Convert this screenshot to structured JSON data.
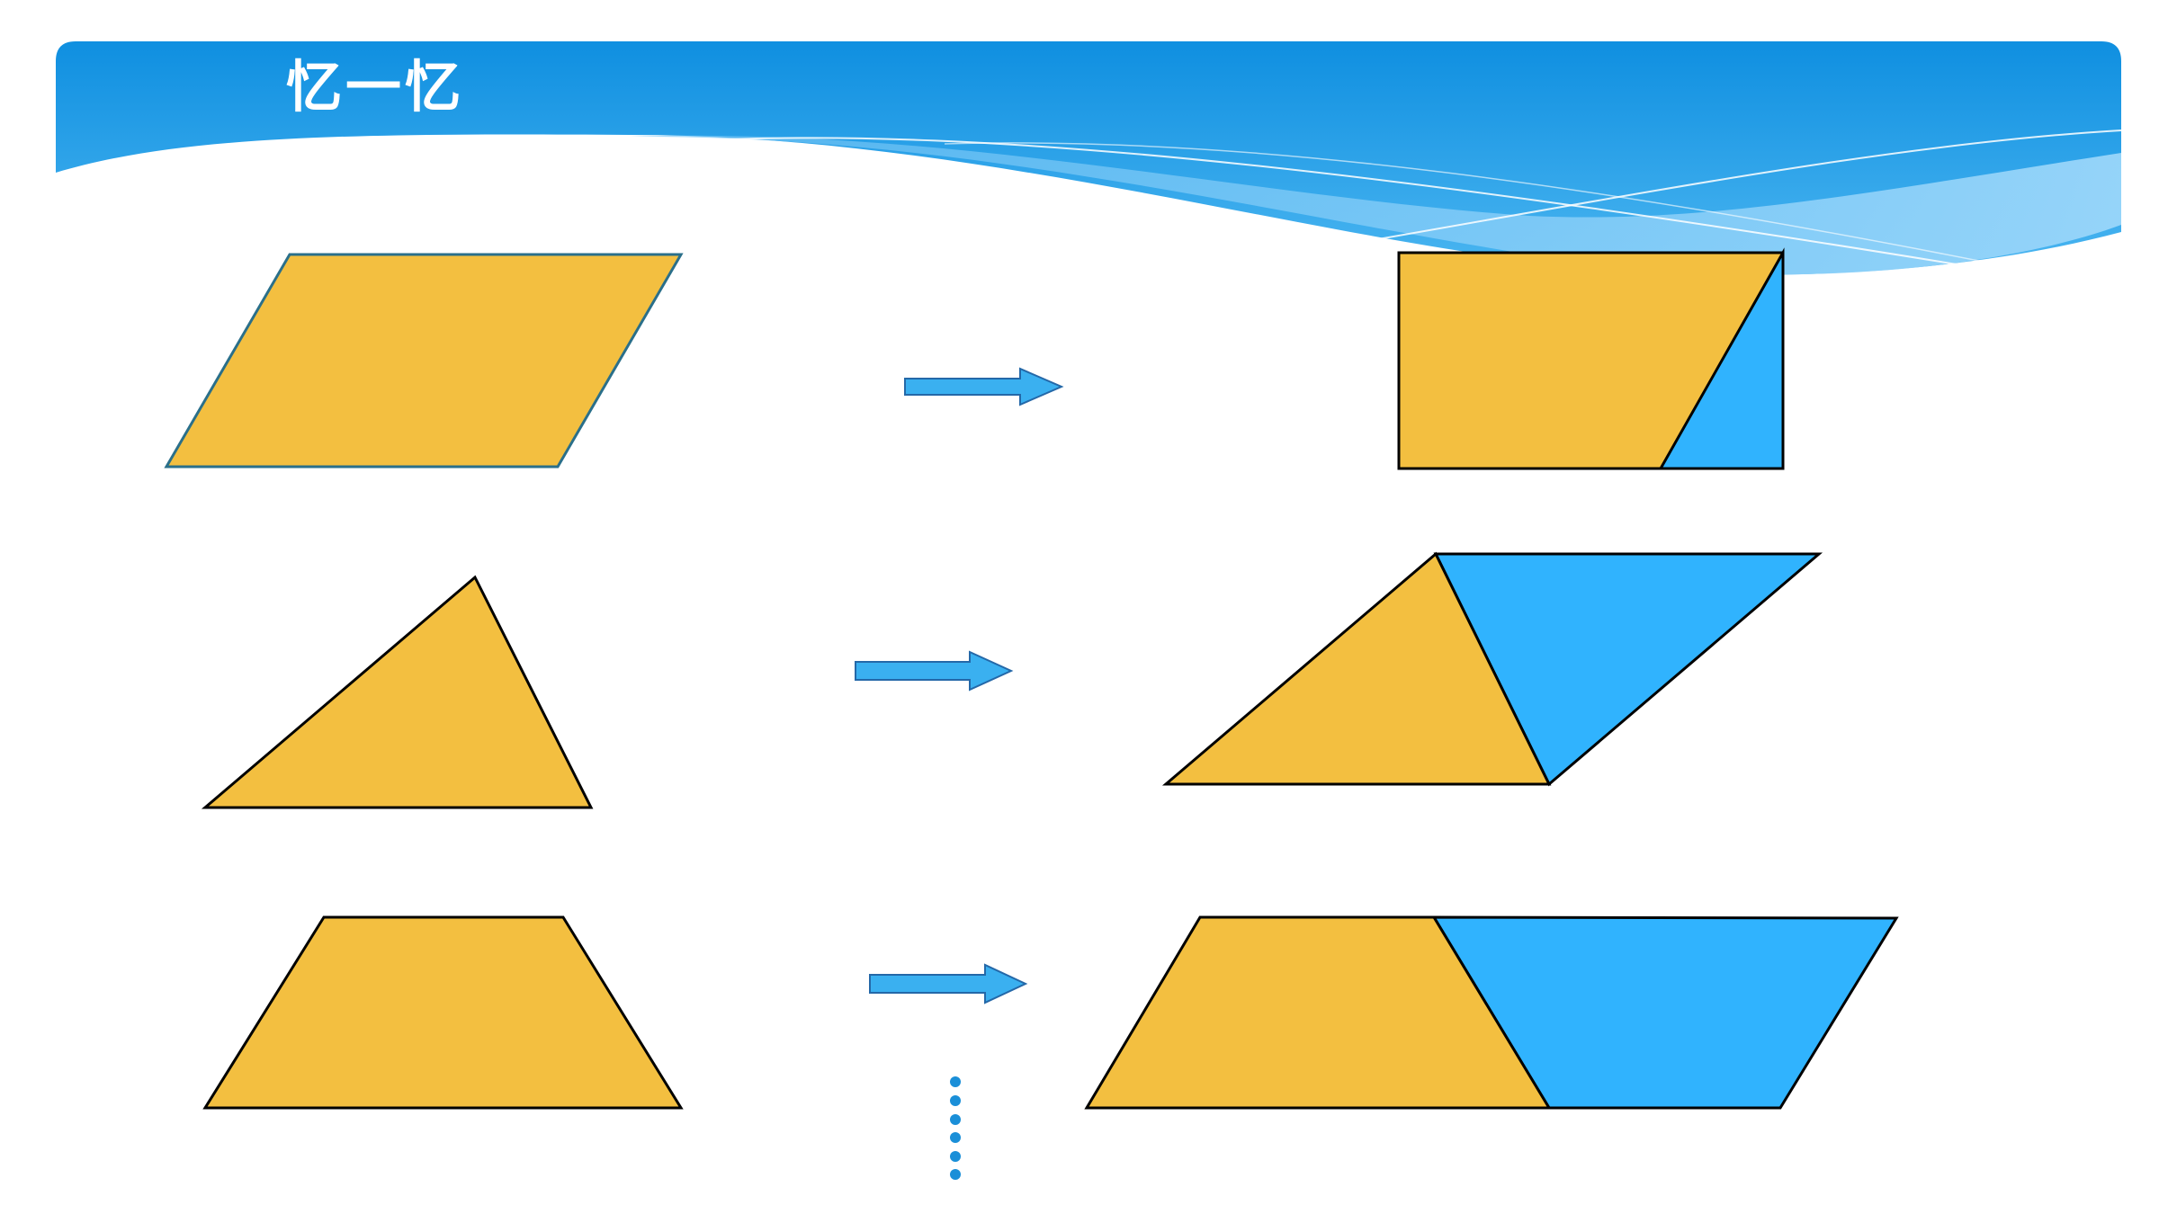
{
  "slide": {
    "title": "忆一忆"
  },
  "colors": {
    "header_blue": "#1497e0",
    "header_light_blue": "#8fd0f7",
    "shape_fill": "#f3bf40",
    "moved_piece_fill": "#30b3fe",
    "arrow_fill": "#3ab0f0",
    "outline": "#000000",
    "ellipsis_dots": "#1a8fd8"
  },
  "rows": [
    {
      "original_shape": "parallelogram",
      "transformed_to": "rectangle"
    },
    {
      "original_shape": "triangle",
      "transformed_to": "parallelogram"
    },
    {
      "original_shape": "trapezoid",
      "transformed_to": "parallelogram"
    }
  ],
  "icons": {
    "arrow": "right-arrow-icon",
    "ellipsis": "vertical-ellipsis-icon"
  }
}
